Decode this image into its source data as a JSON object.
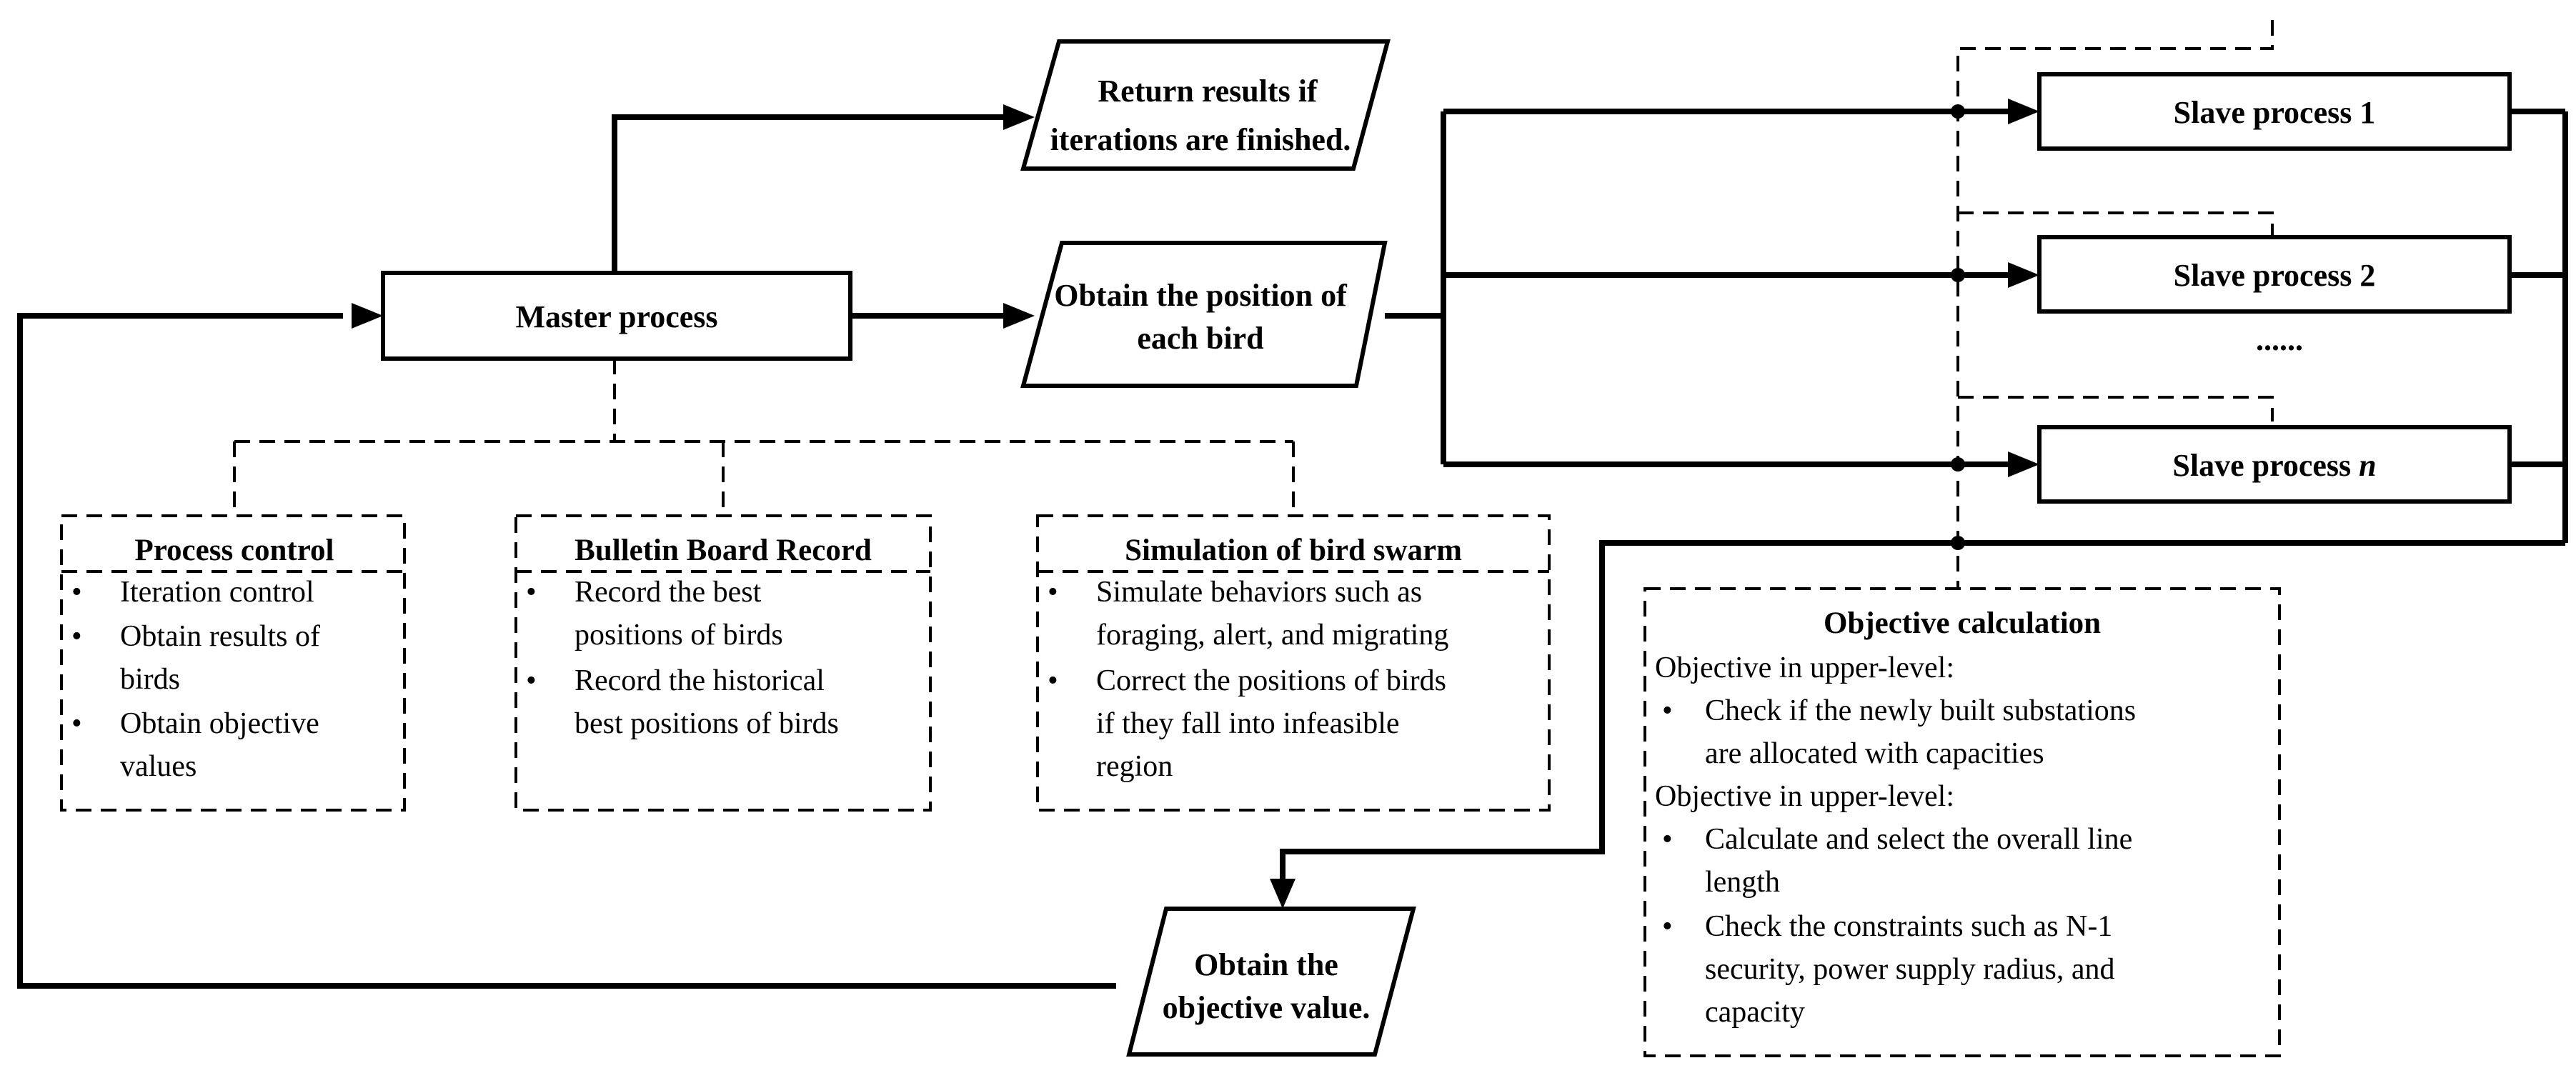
{
  "nodes": {
    "master": "Master process",
    "return_line1": "Return results if",
    "return_line2": "iterations are finished.",
    "obtain_pos_line1": "Obtain the position of",
    "obtain_pos_line2": "each bird",
    "obtain_obj_line1": "Obtain the",
    "obtain_obj_line2": "objective value.",
    "slave1": "Slave process 1",
    "slave2": "Slave process 2",
    "slave_ellipsis": "......",
    "slave_n_prefix": "Slave process ",
    "slave_n_suffix": "n"
  },
  "panels": {
    "process_control": {
      "title": "Process control",
      "lines": [
        "Iteration control",
        "Obtain results of",
        "birds",
        "Obtain objective",
        "values"
      ]
    },
    "bulletin": {
      "title": "Bulletin Board Record",
      "lines": [
        "Record the best",
        "positions of birds",
        "Record the historical",
        "best positions of birds"
      ]
    },
    "simulation": {
      "title": "Simulation of bird swarm",
      "lines": [
        "Simulate behaviors such as",
        "foraging, alert, and migrating",
        "Correct the positions of birds",
        "if they fall into infeasible",
        "region"
      ]
    },
    "objective": {
      "title": "Objective calculation",
      "lines": [
        "Objective in upper-level:",
        "Check if the newly built substations",
        "are allocated with capacities",
        "Objective in upper-level:",
        "Calculate and select the overall line",
        "length",
        "Check the constraints such as N-1",
        "security, power supply radius, and",
        "capacity"
      ]
    }
  },
  "bullet_symbol": "•"
}
